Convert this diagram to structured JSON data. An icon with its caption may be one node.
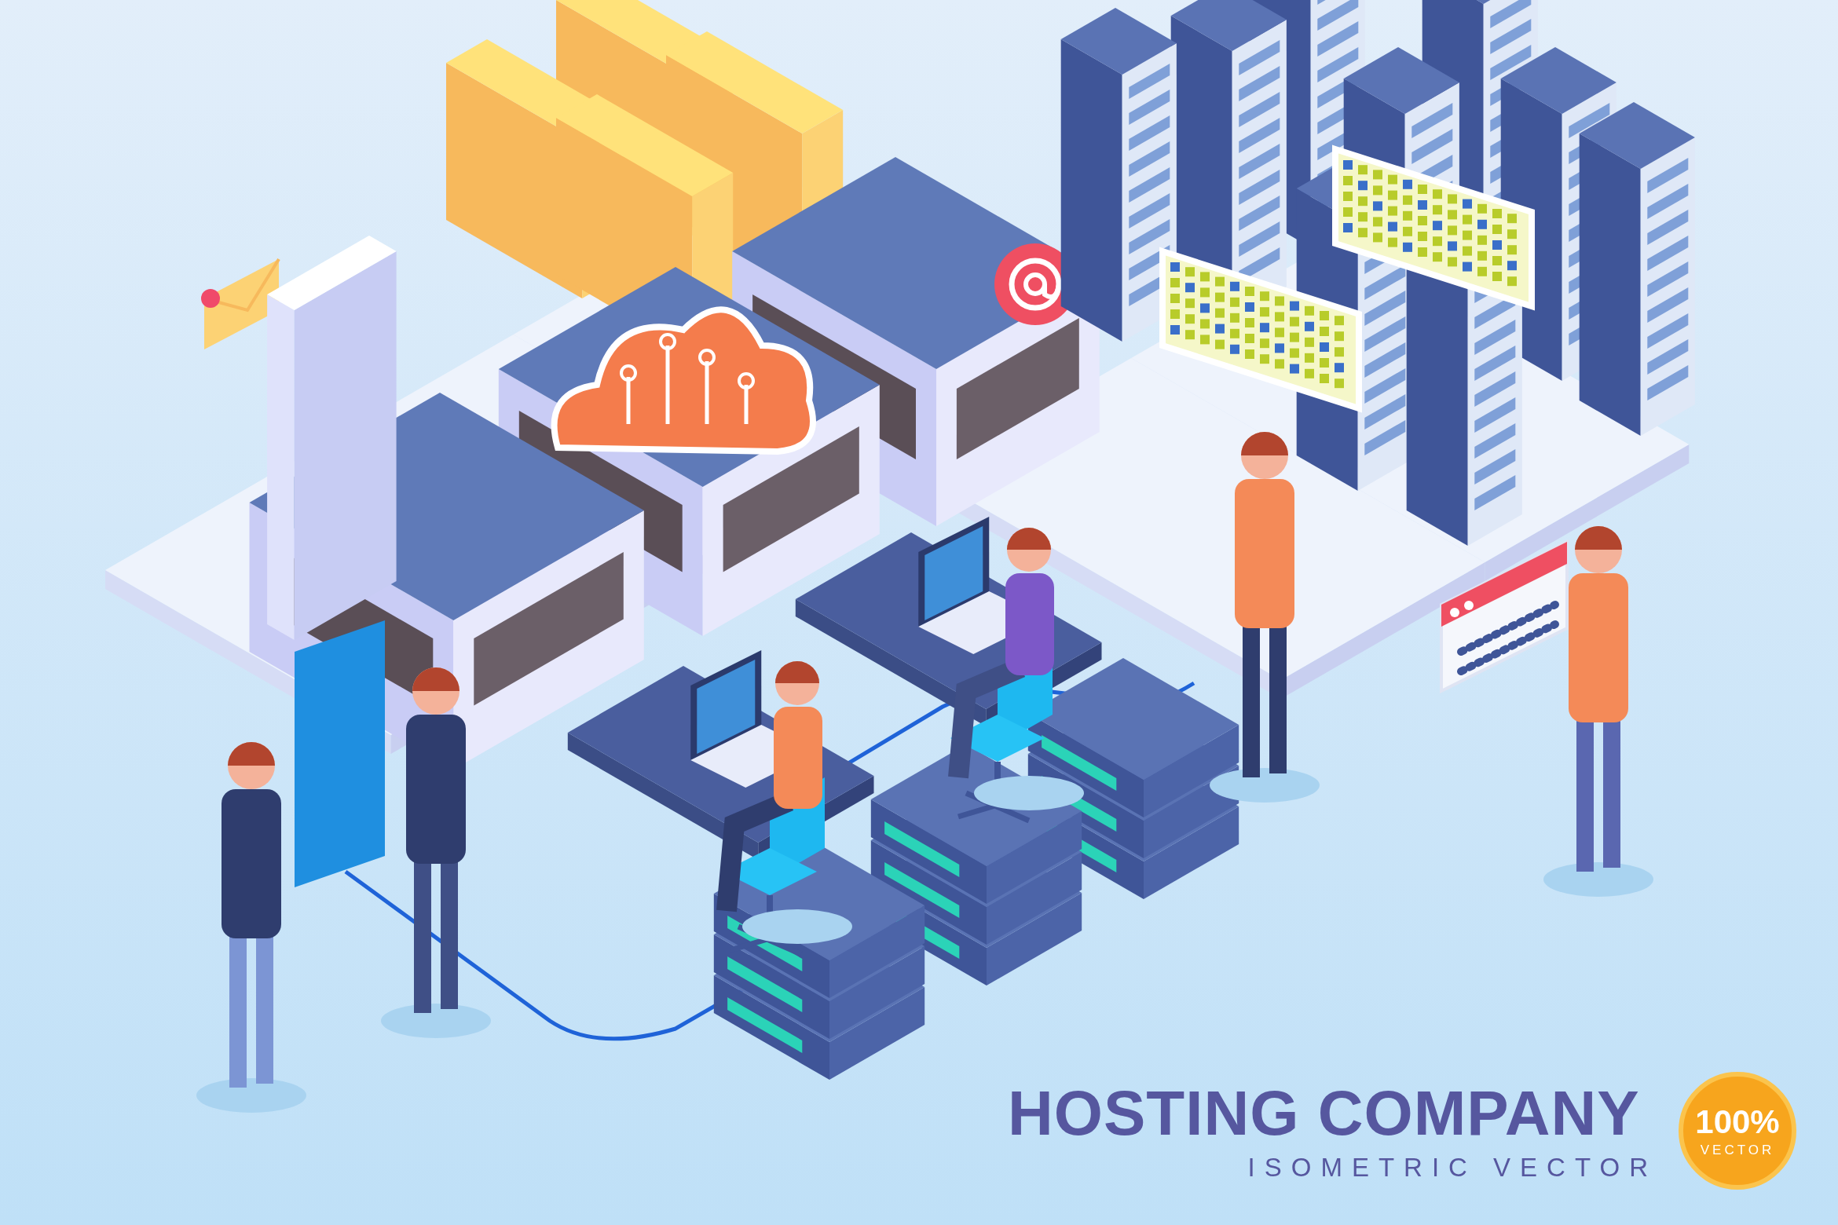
{
  "diagram": {
    "title": "HOSTING COMPANY",
    "labels": [
      "ISOMETRIC VECTOR",
      "100%",
      "VECTOR"
    ]
  }
}
